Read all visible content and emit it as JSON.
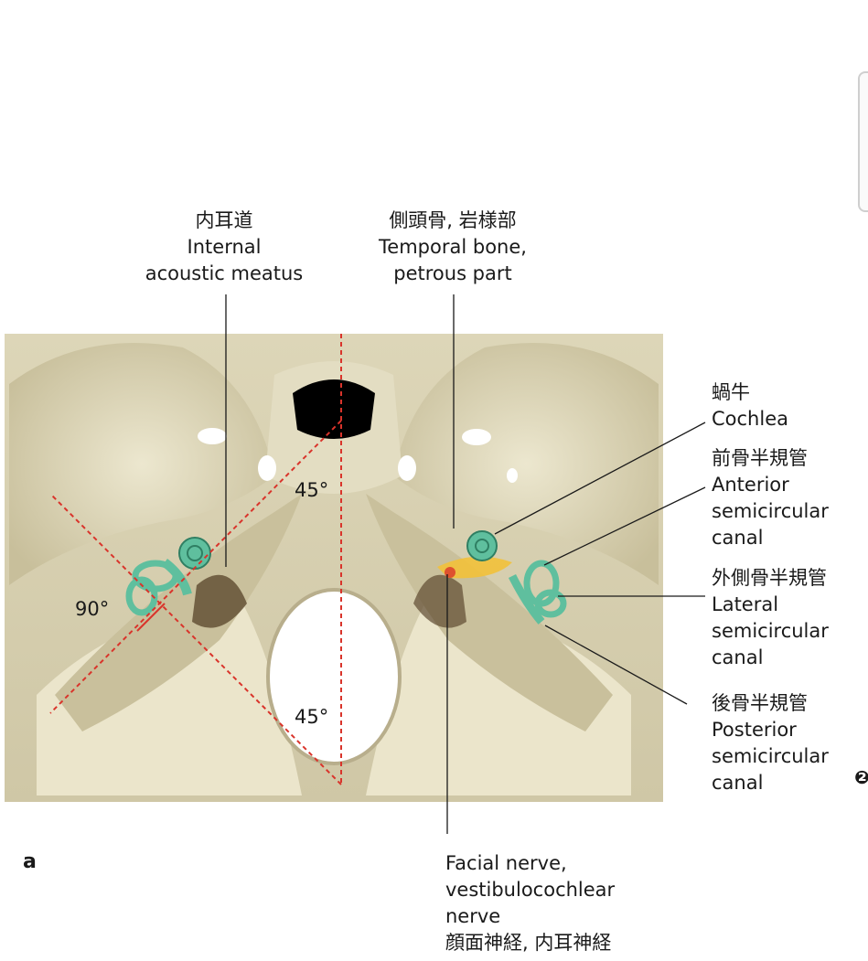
{
  "labels": {
    "internal_meatus": {
      "ja": "内耳道",
      "en1": "Internal",
      "en2": "acoustic meatus"
    },
    "petrous": {
      "ja": "側頭骨, 岩様部",
      "en1": "Temporal bone,",
      "en2": "petrous part"
    },
    "cochlea": {
      "ja": "蝸牛",
      "en": "Cochlea"
    },
    "anterior_canal": {
      "ja": "前骨半規管",
      "en1": "Anterior",
      "en2": "semicircular",
      "en3": "canal"
    },
    "lateral_canal": {
      "ja": "外側骨半規管",
      "en1": "Lateral",
      "en2": "semicircular",
      "en3": "canal"
    },
    "posterior_canal": {
      "ja": "後骨半規管",
      "en1": "Posterior",
      "en2": "semicircular",
      "en3": "canal"
    },
    "facial_nerve": {
      "en1": "Facial nerve,",
      "en2": "vestibulocochlear",
      "en3": "nerve",
      "ja": "顔面神経, 内耳神経"
    }
  },
  "angles": {
    "upper": "45°",
    "lower": "45°",
    "right_angle": "90°"
  },
  "panel_letter": "a",
  "edge_mark": "❷",
  "colors": {
    "bone": "#e8e2c6",
    "bone_shadow": "#b9b090",
    "labyrinth": "#5fbf9e",
    "nerve": "#f2c13a",
    "guide_line": "#d9342b"
  }
}
